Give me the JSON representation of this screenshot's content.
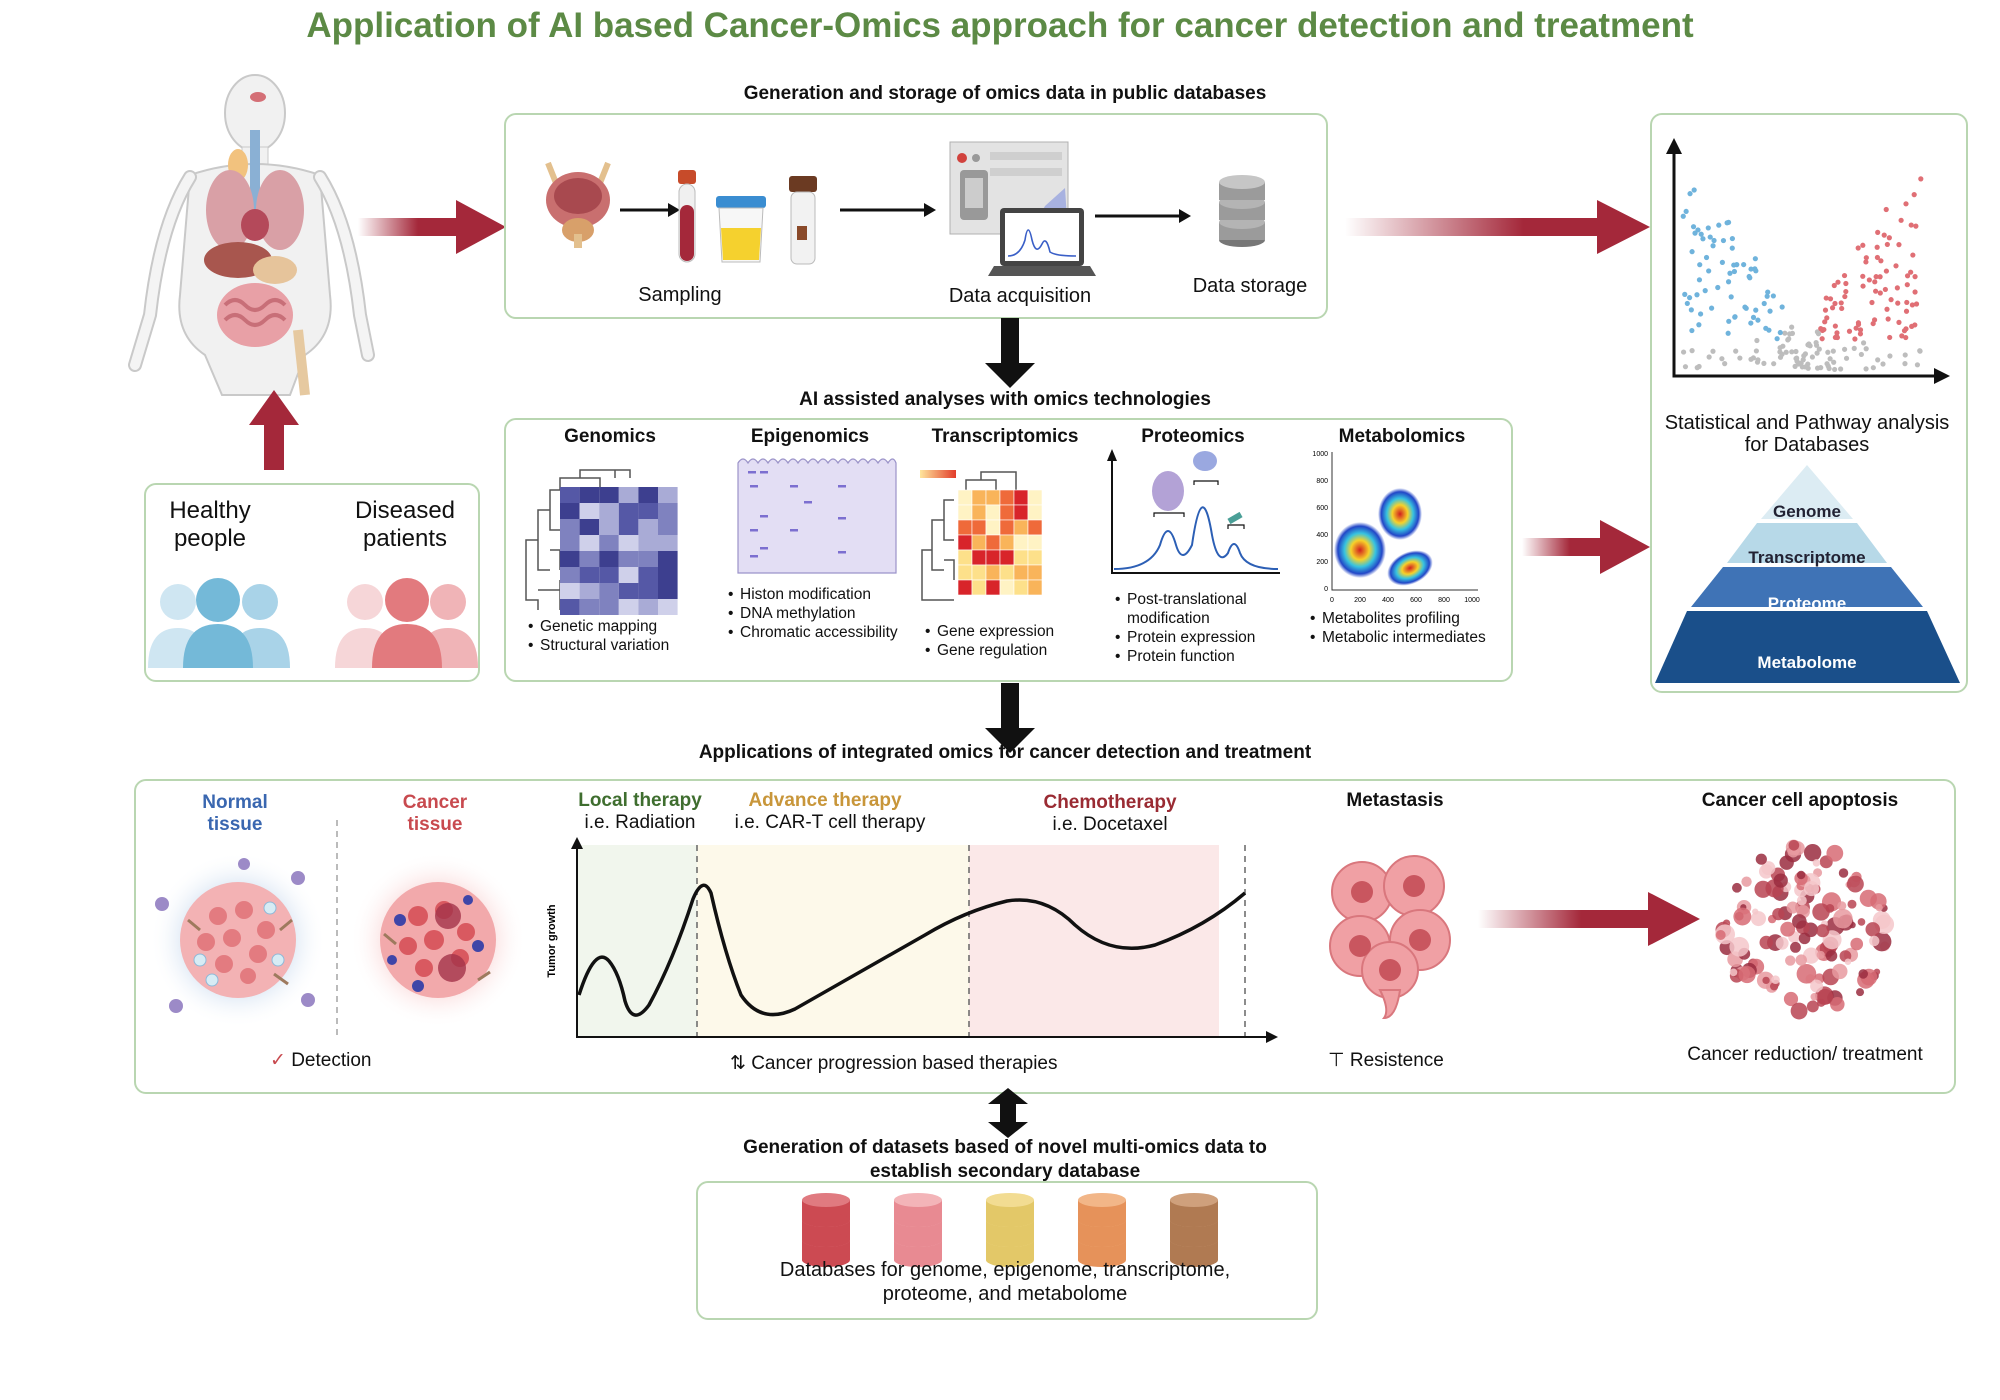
{
  "title": "Application of AI based Cancer-Omics approach for cancer detection and treatment",
  "colors": {
    "title_green": "#5c8a45",
    "dark_red": "#a4283a",
    "box_border": "#b9d6b1",
    "blue": "#74b9d8",
    "red": "#e27a7e"
  },
  "people": {
    "healthy": "Healthy people",
    "diseased": "Diseased patients"
  },
  "generation": {
    "heading": "Generation and storage of omics data in public databases",
    "sampling": "Sampling",
    "acquisition": "Data acquisition",
    "storage": "Data storage"
  },
  "ai": {
    "heading": "AI assisted analyses with omics technologies",
    "genomics": {
      "title": "Genomics",
      "items": [
        "Genetic mapping",
        "Structural variation"
      ]
    },
    "epigenomics": {
      "title": "Epigenomics",
      "items": [
        "Histon modification",
        "DNA methylation",
        "Chromatic accessibility"
      ]
    },
    "transcriptomics": {
      "title": "Transcriptomics",
      "items": [
        "Gene expression",
        "Gene regulation"
      ]
    },
    "proteomics": {
      "title": "Proteomics",
      "items": [
        "Post-translational modification",
        "Protein expression",
        "Protein function"
      ]
    },
    "metabolomics": {
      "title": "Metabolomics",
      "items": [
        "Metabolites profiling",
        "Metabolic intermediates"
      ],
      "ticks": [
        "1000",
        "800",
        "600",
        "400",
        "200",
        "0"
      ],
      "xticks": [
        "0",
        "200",
        "400",
        "600",
        "800",
        "1000"
      ]
    }
  },
  "stats": {
    "label": "Statistical and Pathway analysis for Databases",
    "pyramid": [
      "Genome",
      "Transcriptome",
      "Proteome",
      "Metabolome"
    ]
  },
  "applications": {
    "heading": "Applications of integrated omics for cancer detection and treatment",
    "normal": "Normal tissue",
    "cancer": "Cancer tissue",
    "detection": "Detection",
    "local": {
      "title": "Local therapy",
      "sub": "i.e. Radiation"
    },
    "advance": {
      "title": "Advance therapy",
      "sub": "i.e. CAR-T  cell therapy"
    },
    "chemo": {
      "title": "Chemotherapy",
      "sub": "i.e. Docetaxel"
    },
    "ylabel": "Tumor growth",
    "progression": "Cancer progression based therapies",
    "metastasis": "Metastasis",
    "resistance": "Resistence",
    "apoptosis": "Cancer cell apoptosis",
    "reduction": "Cancer reduction/ treatment"
  },
  "datasets": {
    "heading": "Generation of datasets based of novel multi-omics data to establish secondary database",
    "label": "Databases for genome, epigenome, transcriptome, proteome, and metabolome"
  }
}
